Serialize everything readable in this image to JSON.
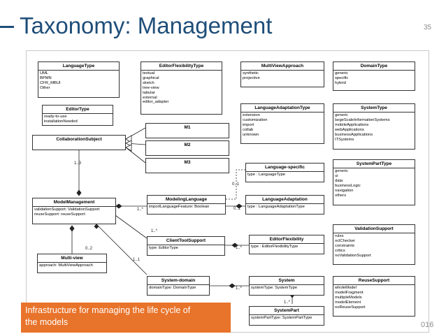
{
  "slide": {
    "title": "Taxonomy: Management",
    "page_number": "35",
    "footer_year": "016",
    "callout_line1": "Infrastructure for managing the life cycle of",
    "callout_line2": "the models"
  },
  "boxes": {
    "language_type": {
      "title": "LanguageType",
      "items": [
        "UML",
        "BPMN",
        "CFR_MBUI",
        "Other"
      ]
    },
    "editor_flexibility_type": {
      "title": "EditorFlexibilityType",
      "items": [
        "textual",
        "graphical",
        "sketch",
        "tree-view",
        "tabular",
        "external",
        "editor_adapter"
      ]
    },
    "multi_view_approach": {
      "title": "MultiViewApproach",
      "items": [
        "synthetic",
        "projective"
      ]
    },
    "domain_type": {
      "title": "DomainType",
      "items": [
        "generic",
        "specific",
        "hybrid"
      ]
    },
    "editor_type": {
      "title": "EditorType",
      "items": [
        "ready-to-use",
        "installationNeeded"
      ]
    },
    "language_adaptation_type": {
      "title": "LanguageAdaptationType",
      "items": [
        "extension",
        "customization",
        "import",
        "collab",
        "unknown"
      ]
    },
    "system_type": {
      "title": "SystemType",
      "items": [
        "generic",
        "largeScaleInformationSystems",
        "mobileApplications",
        "webApplications",
        "businessApplications",
        "ITSystems"
      ]
    },
    "collaboration_subject": {
      "title": "CollaborationSubject"
    },
    "m1": {
      "title": "M1"
    },
    "m2": {
      "title": "M2"
    },
    "m3": {
      "title": "M3"
    },
    "system_part_type": {
      "title": "SystemPartType",
      "items": [
        "generic",
        "ui",
        "data",
        "businessLogic",
        "navigation",
        "others"
      ]
    },
    "language_specific": {
      "title": "Language-specific",
      "attr": "type : LanguageType"
    },
    "model_management": {
      "title": "ModelManagement",
      "attrs": [
        "validationSupport: ValidationSupport",
        "reuseSupport: reuseSupport"
      ]
    },
    "modeling_language": {
      "title": "ModelingLanguage",
      "attr": "importLanguageFeature: Boolean"
    },
    "language_adaptation": {
      "title": "LanguageAdaptation",
      "attr": "type : LanguageAdaptationType"
    },
    "validation_support": {
      "title": "ValidationSupport",
      "items": [
        "rules",
        "oclChecker",
        "constraints",
        "critics",
        "noValidationSupport"
      ]
    },
    "client_tool_support": {
      "title": "ClientToolSupport",
      "attr": "type: EditorType"
    },
    "editor_flexibility": {
      "title": "EditorFlexibility",
      "attr": "type : EditorFlexibilityType"
    },
    "multi_view": {
      "title": "Multi-view",
      "attr": "approach: MultiViewApproach"
    },
    "system_domain": {
      "title": "System-domain",
      "attr": "domainType: DomainType"
    },
    "system": {
      "title": "System",
      "attr": "systemType: SystemType"
    },
    "reuse_support": {
      "title": "ReuseSupport",
      "items": [
        "wholeModel",
        "modelFragment",
        "multipleModels",
        "modelElement",
        "noReuseSupport"
      ]
    },
    "system_part": {
      "title": "SystemPart",
      "attr": "systemPartType: SystemPartType"
    }
  },
  "multiplicities": {
    "collab_to_mm": "1..3",
    "mm_to_ml": "1..*",
    "ml_to_ls": "0..1",
    "ml_to_la": "0..1",
    "ml_to_cts": "1..*",
    "mm_to_mv": "0..2",
    "mm_to_sd": "1..1",
    "cts_to_ef": "1..*",
    "sd_to_sys": "1..*",
    "sys_to_sp": "1..*"
  }
}
